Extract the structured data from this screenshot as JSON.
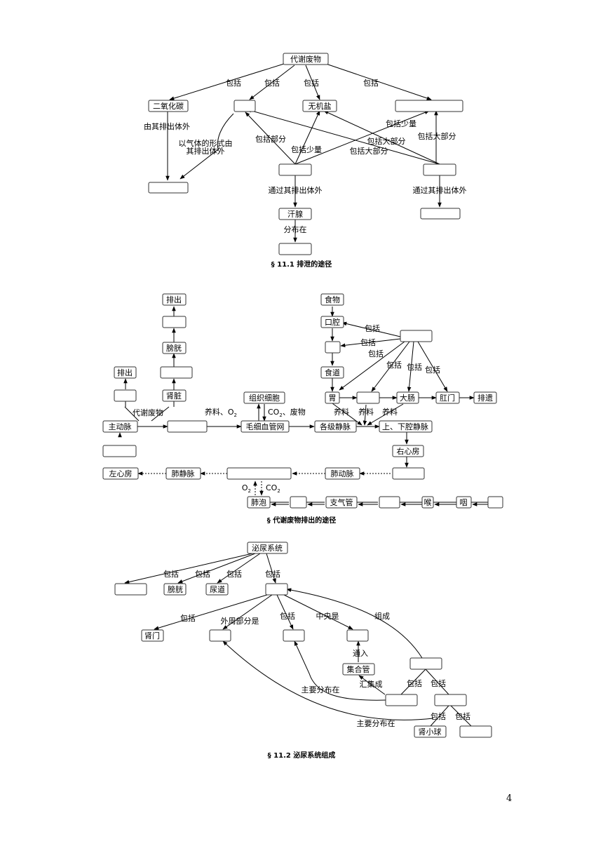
{
  "d1": {
    "caption": "§ 11.1  排泄的途径",
    "root": "代谢废物",
    "co2": "二氧化碳",
    "salt": "无机盐",
    "sweat_gland": "汗腺",
    "bao_kuo": "包括",
    "by_it_out": "由其排出体外",
    "gas_line1": "以气体的形式由",
    "gas_line2": "其排出体外",
    "part": "包括部分",
    "little": "包括少量",
    "most": "包括大部分",
    "through_out": "通过其排出体外",
    "dist": "分布在"
  },
  "d2": {
    "caption": "§ 代谢废物排出的途径",
    "out": "排出",
    "bladder": "膀胱",
    "kidney": "肾脏",
    "metab": "代谢废物",
    "aorta": "主动脉",
    "left_atrium": "左心房",
    "pulm_vein": "肺静脉",
    "tissue": "组织细胞",
    "capillary": "毛细血管网",
    "nutr_o2": "养料、O",
    "co2_waste": "CO",
    "waste": "、废物",
    "sub2": "2",
    "veins": "各级静脉",
    "vena": "上、下腔静脉",
    "right_atrium": "右心房",
    "pulm_art": "肺动脉",
    "o2": "O",
    "co2": "CO",
    "alveoli": "肺泡",
    "bronchi": "支气管",
    "larynx": "喉",
    "pharynx": "咽",
    "food": "食物",
    "mouth": "口腔",
    "esophagus": "食道",
    "stomach": "胃",
    "large_int": "大肠",
    "anus": "肛门",
    "defec": "排遗",
    "nutr": "养料",
    "bao_kuo": "包括"
  },
  "d3": {
    "caption": "§ 11.2  泌尿系统组成",
    "root": "泌尿系统",
    "bladder": "膀胱",
    "urethra": "尿道",
    "hilum": "肾门",
    "collect": "集合管",
    "glomerulus": "肾小球",
    "bao_kuo": "包括",
    "outer": "外周部分是",
    "center": "中央是",
    "compose": "组成",
    "into": "通入",
    "gather": "汇集成",
    "mainly": "主要分布在"
  },
  "page_number": "4"
}
